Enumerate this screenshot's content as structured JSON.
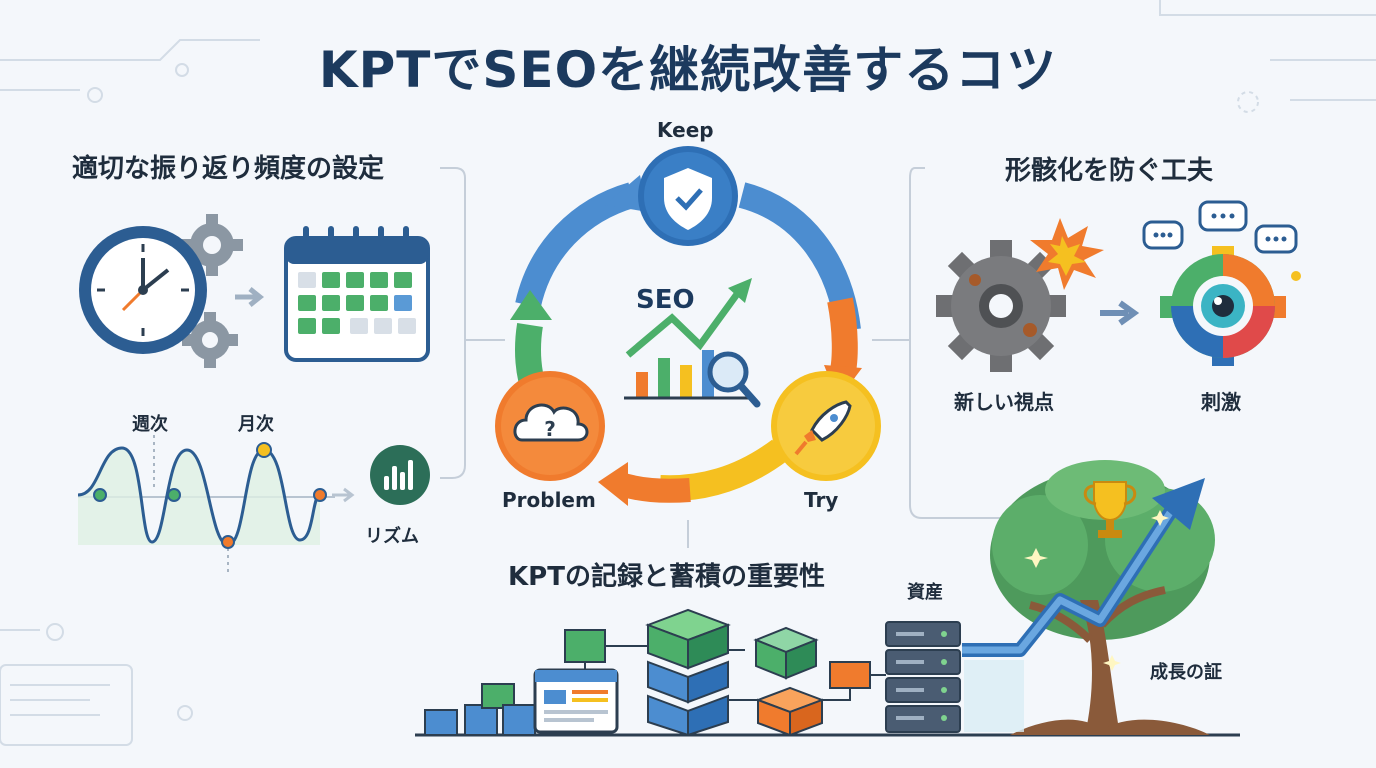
{
  "title": "KPTでSEOを継続改善するコツ",
  "left": {
    "heading": "適切な振り返り頻度の設定",
    "weekly": "週次",
    "monthly": "月次",
    "rhythm": "リズム"
  },
  "right": {
    "heading": "形骸化を防ぐ工夫",
    "new_perspective": "新しい視点",
    "stimulus": "刺激"
  },
  "cycle": {
    "keep": "Keep",
    "problem": "Problem",
    "try": "Try",
    "center": "SEO",
    "colors": {
      "keep": "#2e6fb5",
      "problem": "#f07b2d",
      "try": "#f5c020",
      "green": "#4caf6a"
    }
  },
  "bottom": {
    "heading": "KPTの記録と蓄積の重要性",
    "assets": "資産",
    "growth": "成長の証"
  }
}
